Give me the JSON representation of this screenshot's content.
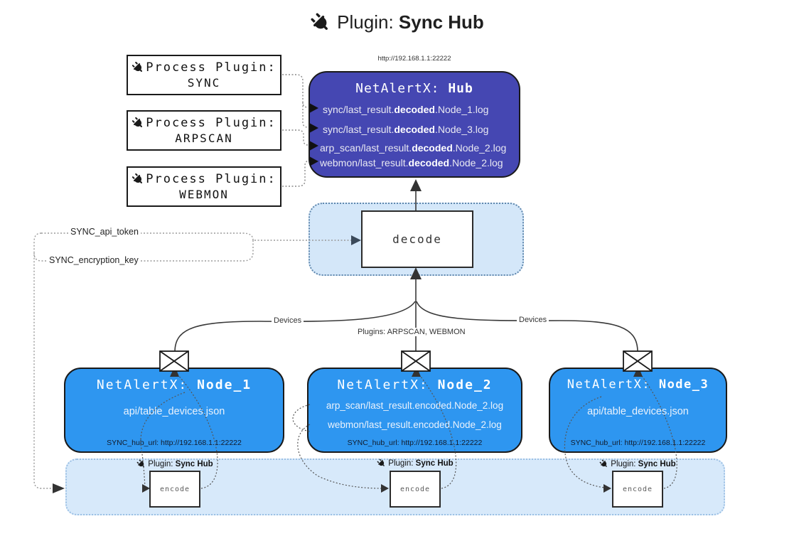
{
  "title": {
    "prefix": "Plugin: ",
    "bold": "Sync Hub"
  },
  "process_plugins": [
    {
      "label": "Process Plugin:",
      "name": "SYNC"
    },
    {
      "label": "Process Plugin:",
      "name": "ARPSCAN"
    },
    {
      "label": "Process Plugin:",
      "name": "WEBMON"
    }
  ],
  "hub": {
    "url": "http://192.168.1.1:22222",
    "title_prefix": "NetAlertX: ",
    "title_bold": "Hub",
    "lines": [
      {
        "pre": "sync/last_result.",
        "bold": "decoded",
        "post": ".Node_1.log"
      },
      {
        "pre": "sync/last_result.",
        "bold": "decoded",
        "post": ".Node_3.log"
      },
      {
        "pre": "arp_scan/last_result.",
        "bold": "decoded",
        "post": ".Node_2.log"
      },
      {
        "pre": "webmon/last_result.",
        "bold": "decoded",
        "post": ".Node_2.log"
      }
    ]
  },
  "decode": {
    "label": "decode"
  },
  "secrets": {
    "api_token": "SYNC_api_token",
    "encryption_key": "SYNC_encryption_key"
  },
  "edges": {
    "devices_left": "Devices",
    "plugins_center": "Plugins: ARPSCAN, WEBMON",
    "devices_right": "Devices"
  },
  "nodes": [
    {
      "title_prefix": "NetAlertX: ",
      "title_bold": "Node_1",
      "lines": [
        "api/table_devices.json"
      ],
      "hub_url": "SYNC_hub_url: http://192.168.1.1:22222"
    },
    {
      "title_prefix": "NetAlertX: ",
      "title_bold": "Node_2",
      "lines": [
        "arp_scan/last_result.encoded.Node_2.log",
        "webmon/last_result.encoded.Node_2.log"
      ],
      "hub_url": "SYNC_hub_url: http://192.168.1.1:22222"
    },
    {
      "title_prefix": "NetAlertX: ",
      "title_bold": "Node_3",
      "lines": [
        "api/table_devices.json"
      ],
      "hub_url": "SYNC_hub_url: http://192.168.1.1:22222"
    }
  ],
  "encode_section": {
    "units": [
      {
        "label_prefix": "Plugin: ",
        "label_bold": "Sync Hub",
        "box_label": "encode"
      },
      {
        "label_prefix": "Plugin: ",
        "label_bold": "Sync Hub",
        "box_label": "encode"
      },
      {
        "label_prefix": "Plugin: ",
        "label_bold": "Sync Hub",
        "box_label": "encode"
      }
    ]
  },
  "colors": {
    "hub_fill": "#4547b2",
    "node_fill": "#2e96f0",
    "decode_panel_fill": "#d4e7f9",
    "encode_panel_fill": "#d7e9fa",
    "decode_panel_border": "#5f87ad",
    "encode_panel_border": "#9cc0e4"
  }
}
